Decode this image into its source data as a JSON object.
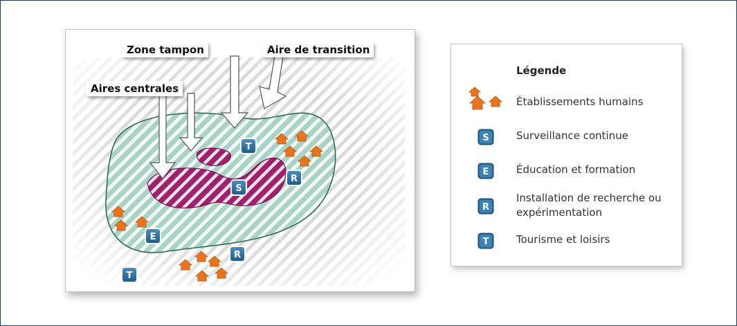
{
  "diagram": {
    "labels": {
      "zone_tampon": "Zone tampon",
      "aire_transition": "Aire de transition",
      "aires_centrales": "Aires centrales"
    },
    "markers": {
      "s": "S",
      "e": "E",
      "r": "R",
      "t": "T"
    }
  },
  "legend": {
    "title": "Légende",
    "items": [
      {
        "icon": "houses-icon",
        "label": "Établissements humains"
      },
      {
        "icon": "s-marker-icon",
        "letter": "S",
        "label": "Surveillance continue"
      },
      {
        "icon": "e-marker-icon",
        "letter": "E",
        "label": "Éducation et formation"
      },
      {
        "icon": "r-marker-icon",
        "letter": "R",
        "label": "Installation de recherche ou expérimentation"
      },
      {
        "icon": "t-marker-icon",
        "letter": "T",
        "label": "Tourisme et loisirs"
      }
    ]
  },
  "colors": {
    "buffer_fill": "#a9d3c5",
    "buffer_stroke": "#2d6b58",
    "core_fill": "#a0206e",
    "house": "#e8741e",
    "marker": "#2a6a9a",
    "hatch": "#dadada"
  }
}
